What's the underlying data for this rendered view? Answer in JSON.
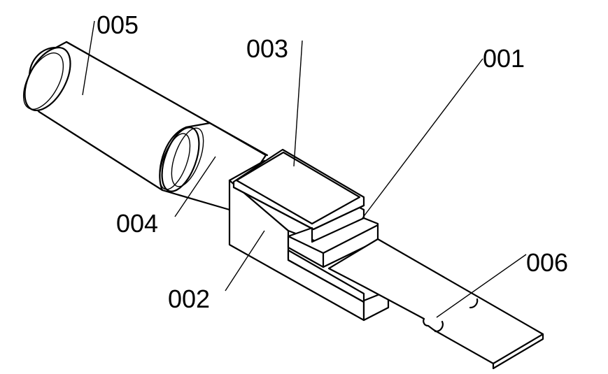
{
  "labels": {
    "part_001": "001",
    "part_002": "002",
    "part_003": "003",
    "part_004": "004",
    "part_005": "005",
    "part_006": "006"
  }
}
